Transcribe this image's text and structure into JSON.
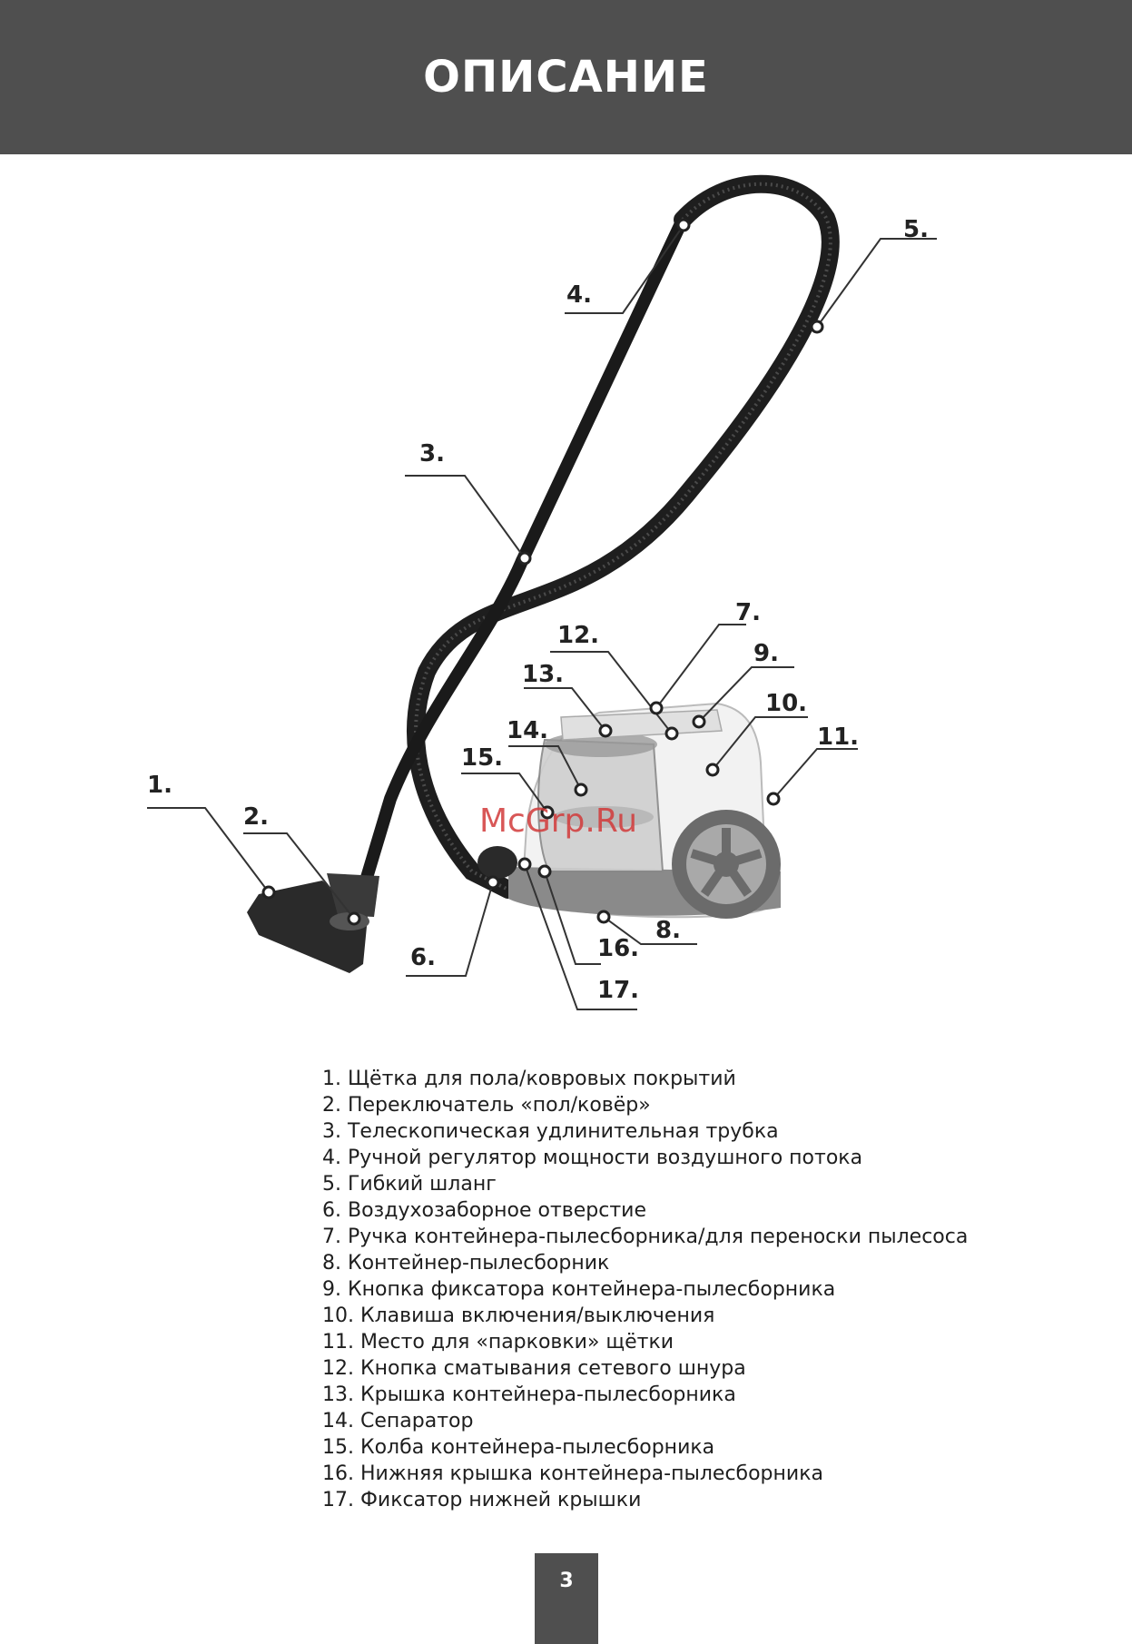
{
  "header": {
    "title": "ОПИСАНИЕ"
  },
  "callouts": [
    "1.",
    "2.",
    "3.",
    "4.",
    "5.",
    "6.",
    "7.",
    "8.",
    "9.",
    "10.",
    "11.",
    "12.",
    "13.",
    "14.",
    "15.",
    "16.",
    "17."
  ],
  "watermark": "McGrp.Ru",
  "legend": [
    "1. Щётка для пола/ковровых покрытий",
    "2. Переключатель «пол/ковёр»",
    "3. Телескопическая удлинительная трубка",
    "4. Ручной регулятор мощности воздушного потока",
    "5. Гибкий шланг",
    "6. Воздухозаборное отверстие",
    "7. Ручка контейнера-пылесборника/для переноски пылесоса",
    "8. Контейнер-пылесборник",
    "9. Кнопка фиксатора контейнера-пылесборника",
    "10. Клавиша включения/выключения",
    "11. Место для «парковки» щётки",
    "12. Кнопка сматывания сетевого шнура",
    "13. Крышка контейнера-пылесборника",
    "14. Сепаратор",
    "15. Колба контейнера-пылесборника",
    "16. Нижняя крышка контейнера-пылесборника",
    "17. Фиксатор нижней крышки"
  ],
  "page_number": "3"
}
